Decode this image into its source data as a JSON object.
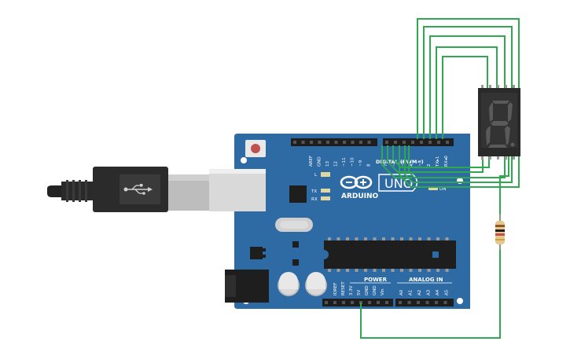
{
  "board": {
    "logo_text": "ARDUINO",
    "model_text": "UNO",
    "digital_header_label": "DIGITAL (PWM~)",
    "power_header_label": "POWER",
    "analog_header_label": "ANALOG IN",
    "on_led_label": "ON",
    "l_led_label": "L",
    "tx_led_label": "TX",
    "rx_led_label": "RX",
    "left_digital_pins": [
      "AREF",
      "GND",
      "13",
      "12",
      "~11",
      "~10",
      "~9",
      "8"
    ],
    "right_digital_pins": [
      "7",
      "~6",
      "~5",
      "4",
      "~3",
      "2",
      "TX▸1",
      "RX◂0"
    ],
    "power_pins": [
      "IOREF",
      "RESET",
      "3.3V",
      "5V",
      "GND",
      "GND",
      "Vin"
    ],
    "analog_pins": [
      "A0",
      "A1",
      "A2",
      "A3",
      "A4",
      "A5"
    ],
    "board_color": "#2e6aa3"
  },
  "display": {
    "type": "7-segment display",
    "shown_digit": "8",
    "segment_color": "#5a5a5a"
  },
  "resistor": {
    "name": "resistor",
    "body_color": "#e8c88a"
  },
  "wires": {
    "color": "#2fa84f"
  },
  "usb_cable": {
    "name": "USB cable",
    "icon": "usb-icon"
  }
}
